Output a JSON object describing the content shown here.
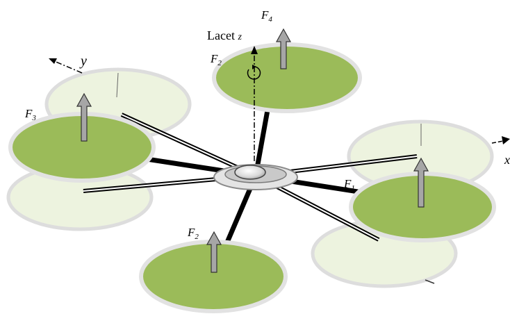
{
  "diagram": {
    "labels": {
      "lacet": "Lacet",
      "z": "z",
      "y": "y",
      "x": "x",
      "F1": {
        "base": "F",
        "sub": "1"
      },
      "F2_bottom": {
        "base": "F",
        "sub": "2"
      },
      "F2_top": {
        "base": "F",
        "sub": "2"
      },
      "F3": {
        "base": "F",
        "sub": "3"
      },
      "F4": {
        "base": "F",
        "sub": "4"
      }
    },
    "colors": {
      "rotor_fill": "#9bbb59",
      "ghost_fill": "#edf3df",
      "rotor_rim": "#e2e2e2",
      "arm": "#000000",
      "arrow_fill": "#a6a6a6",
      "hub": "#cfcfcf"
    },
    "icons": {
      "force_arrow": "arrow-up-icon",
      "yaw": "rotation-arrow-icon"
    }
  }
}
